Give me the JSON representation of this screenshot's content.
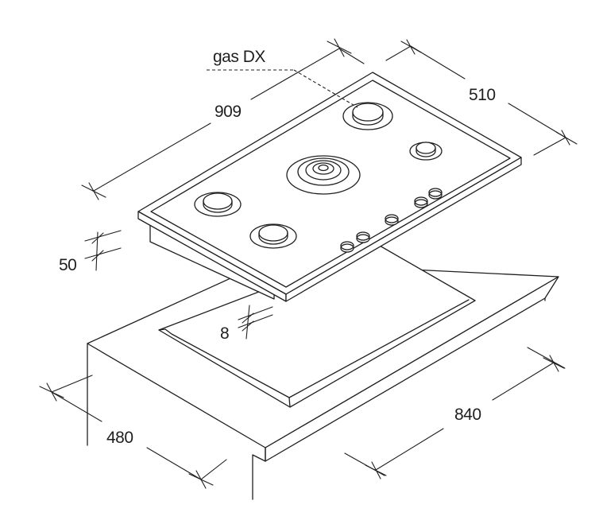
{
  "labels": {
    "gas_dx": "gas DX",
    "hob_width": "909",
    "hob_depth": "510",
    "hob_height": "50",
    "top_thickness": "8",
    "cutout_width": "840",
    "cutout_depth": "480"
  },
  "colors": {
    "line": "#1f1f1f",
    "background": "#ffffff"
  }
}
